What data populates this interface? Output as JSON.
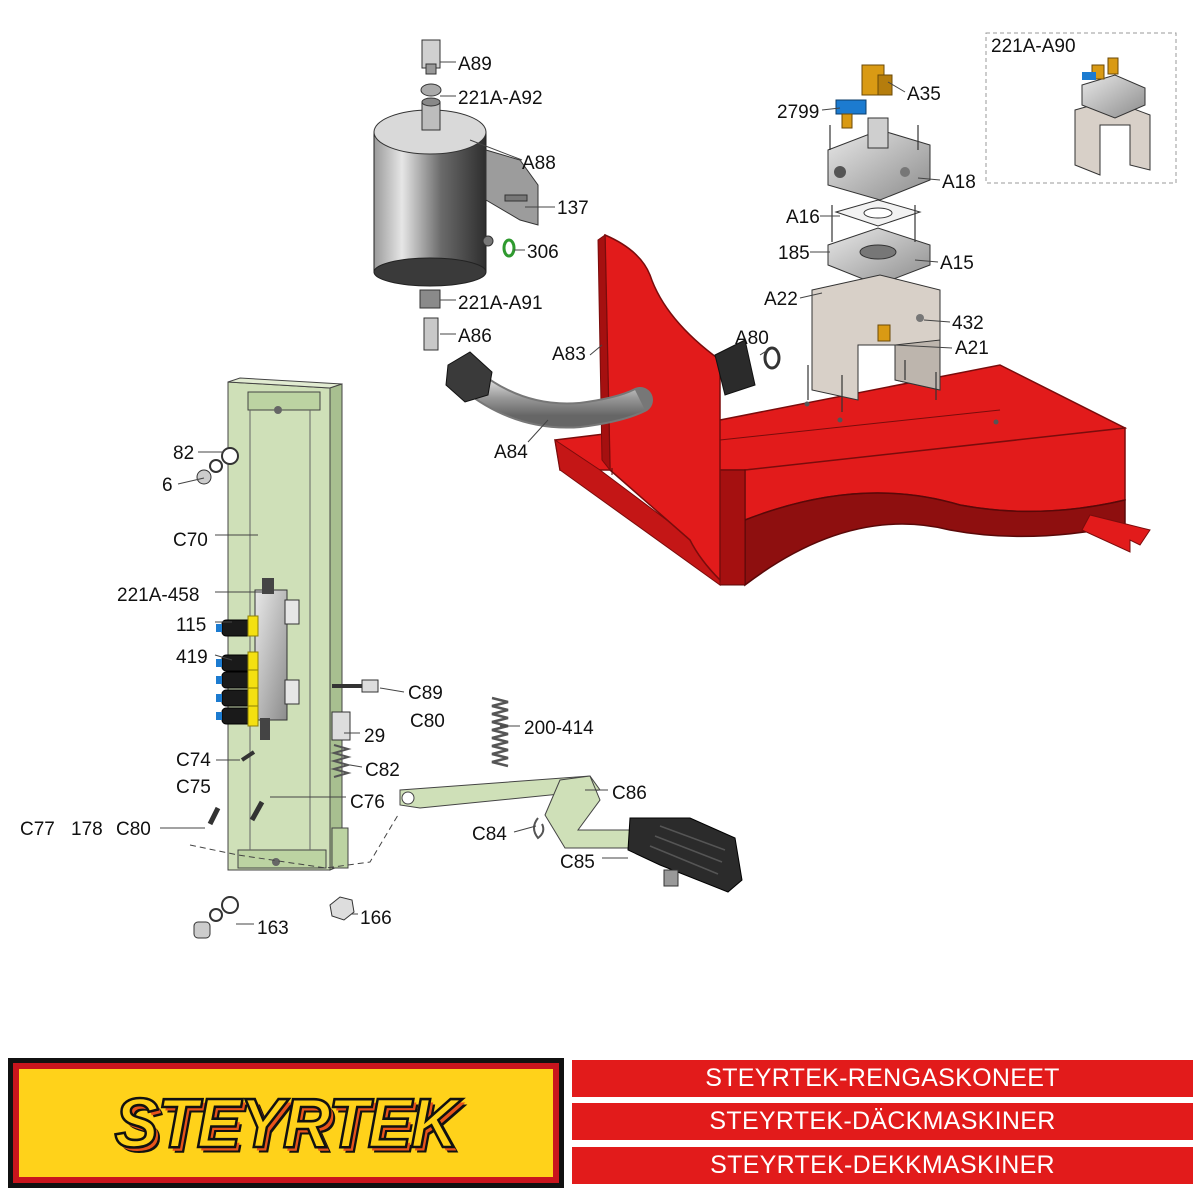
{
  "labels": {
    "a89": "A89",
    "a92": "221A-A92",
    "a88": "A88",
    "p137": "137",
    "p306": "306",
    "a91": "221A-A91",
    "a86": "A86",
    "a84": "A84",
    "a83": "A83",
    "a80": "A80",
    "a90": "221A-A90",
    "a35": "A35",
    "p2799": "2799",
    "a18": "A18",
    "a16": "A16",
    "p185": "185",
    "a15": "A15",
    "a22": "A22",
    "p432": "432",
    "a21": "A21",
    "p82": "82",
    "p6": "6",
    "c70": "C70",
    "a458": "221A-458",
    "p115": "115",
    "p419": "419",
    "c89": "C89",
    "c80a": "C80",
    "p200414": "200-414",
    "p29": "29",
    "c74": "C74",
    "c82": "C82",
    "c75": "C75",
    "c76": "C76",
    "c86": "C86",
    "c77": "C77",
    "p178": "178",
    "c80b": "C80",
    "c84": "C84",
    "c85": "C85",
    "p163": "163",
    "p166": "166"
  },
  "footer": {
    "logo_text": "STEYRTEK",
    "banner_1": "STEYRTEK-RENGASKONEET",
    "banner_2": "STEYRTEK-DÄCKMASKINER",
    "banner_3": "STEYRTEK-DEKKMASKINER"
  },
  "colors": {
    "body_red": "#e21b1b",
    "dark_red": "#8e0f0f",
    "panel_green": "#cfe0b8",
    "brand_yellow": "#ffd21a",
    "metal": "#b8b8b8"
  }
}
